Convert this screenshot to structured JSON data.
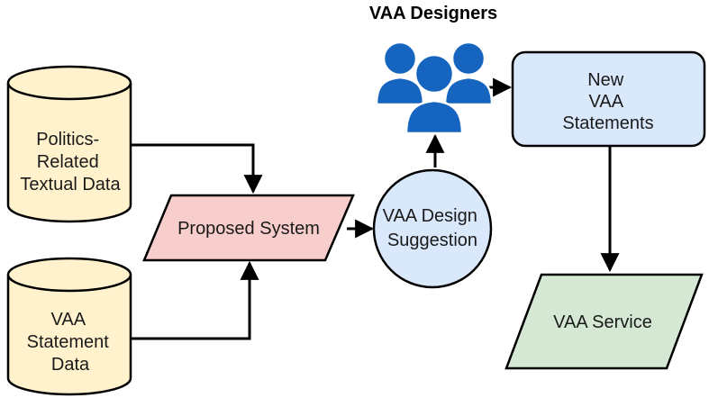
{
  "diagram": {
    "title": "VAA Designers",
    "nodes": {
      "politics_data": {
        "lines": [
          "Politics-",
          "Related",
          "Textual Data"
        ]
      },
      "statement_data": {
        "lines": [
          "VAA",
          "Statement",
          "Data"
        ]
      },
      "proposed_system": {
        "lines": [
          "Proposed System"
        ]
      },
      "design_suggestion": {
        "lines": [
          "VAA Design",
          "Suggestion"
        ]
      },
      "new_statements": {
        "lines": [
          "New",
          "VAA",
          "Statements"
        ]
      },
      "vaa_service": {
        "lines": [
          "VAA Service"
        ]
      }
    },
    "colors": {
      "database_fill": "#fff2cc",
      "proposed_fill": "#f8cecc",
      "suggestion_fill": "#dae8fc",
      "statements_fill": "#dae8fc",
      "service_fill": "#d5e8d4",
      "icon_fill": "#1565c0",
      "stroke": "#000000"
    }
  }
}
